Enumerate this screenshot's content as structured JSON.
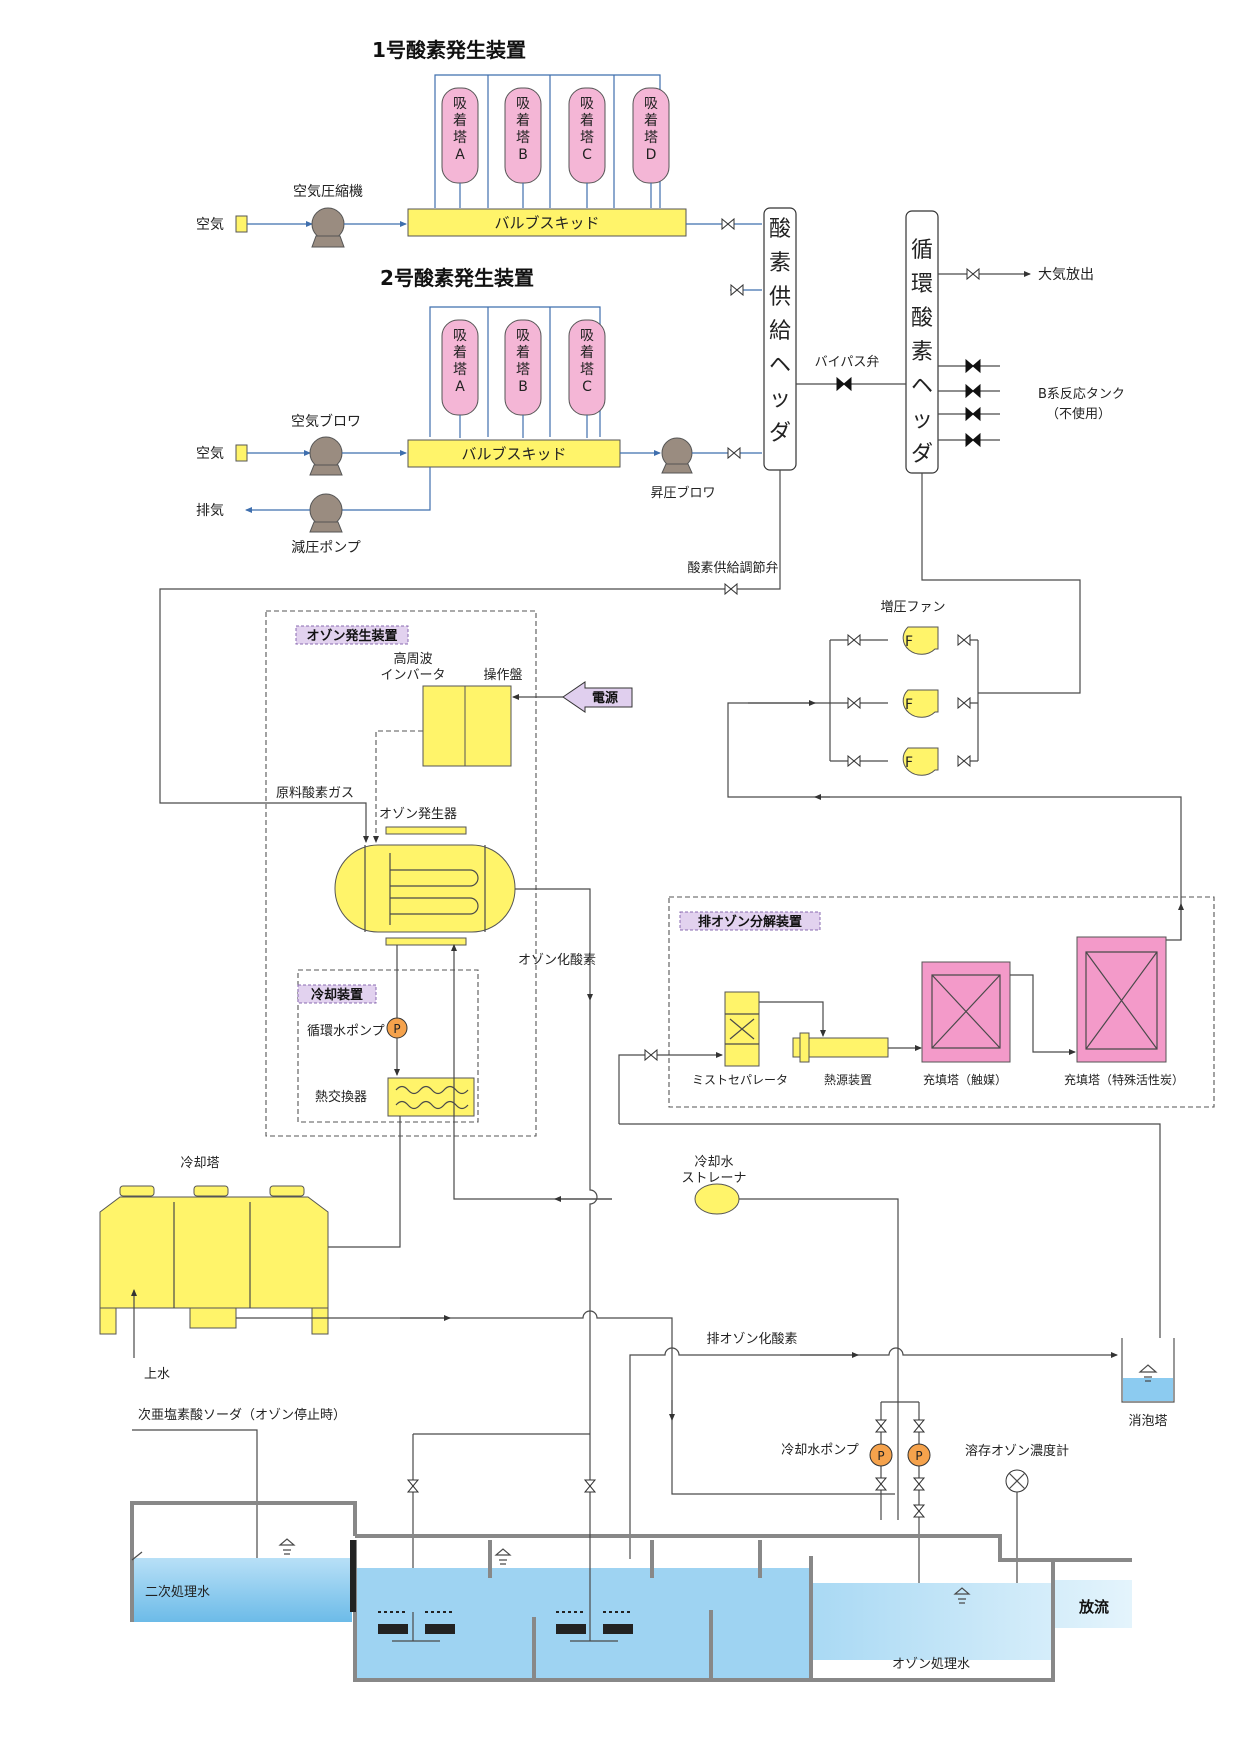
{
  "unit1": {
    "title": "1号酸素発生装置",
    "towers": [
      "吸着塔A",
      "吸着塔B",
      "吸着塔C",
      "吸着塔D"
    ],
    "skid": "バルブスキッド",
    "air": "空気",
    "compressor": "空気圧縮機"
  },
  "unit2": {
    "title": "2号酸素発生装置",
    "towers": [
      "吸着塔A",
      "吸着塔B",
      "吸着塔C"
    ],
    "skid": "バルブスキッド",
    "air": "空気",
    "blower": "空気ブロワ",
    "exhaust": "排気",
    "vacuum_pump": "減圧ポンプ",
    "booster": "昇圧ブロワ"
  },
  "headers": {
    "supply": "酸素供給ヘッダ",
    "circulation": "循環酸素ヘッダ",
    "bypass": "バイパス弁",
    "atmosphere": "大気放出",
    "b_tank_1": "B系反応タンク",
    "b_tank_2": "（不使用）",
    "supply_valve": "酸素供給調節弁"
  },
  "fans": {
    "title": "増圧ファン",
    "symbol": "F"
  },
  "ozone_gen": {
    "title": "オゾン発生装置",
    "inverter_1": "高周波",
    "inverter_2": "インバータ",
    "panel": "操作盤",
    "power": "電源",
    "feed_gas": "原料酸素ガス",
    "generator": "オゾン発生器",
    "ozonized": "オゾン化酸素"
  },
  "cooling": {
    "title": "冷却装置",
    "pump": "循環水ポンプ",
    "pump_symbol": "P",
    "exchanger": "熱交換器"
  },
  "decomposer": {
    "title": "排オゾン分解装置",
    "separator": "ミストセパレータ",
    "heater": "熱源装置",
    "tower_catalyst": "充填塔（触媒）",
    "tower_carbon": "充填塔（特殊活性炭）"
  },
  "water": {
    "cooling_tower": "冷却塔",
    "supply_water": "上水",
    "strainer_1": "冷却水",
    "strainer_2": "ストレーナ",
    "exhaust_ozone": "排オゾン化酸素",
    "antifoam": "消泡塔",
    "hypochlorite": "次亜塩素酸ソーダ（オゾン停止時）",
    "cw_pump": "冷却水ポンプ",
    "cw_pump_symbol": "P",
    "meter": "溶存オゾン濃度計",
    "secondary": "二次処理水",
    "treated": "オゾン処理水",
    "discharge": "放流"
  },
  "colors": {
    "tower": "#f4b6d6",
    "equipment": "#fff46a",
    "filled_tower": "#f39ac9",
    "pump": "#9a8c80",
    "water": "#8ccbf0",
    "label_box": "#e2d2ef",
    "signal_line": "#3f6fae"
  }
}
